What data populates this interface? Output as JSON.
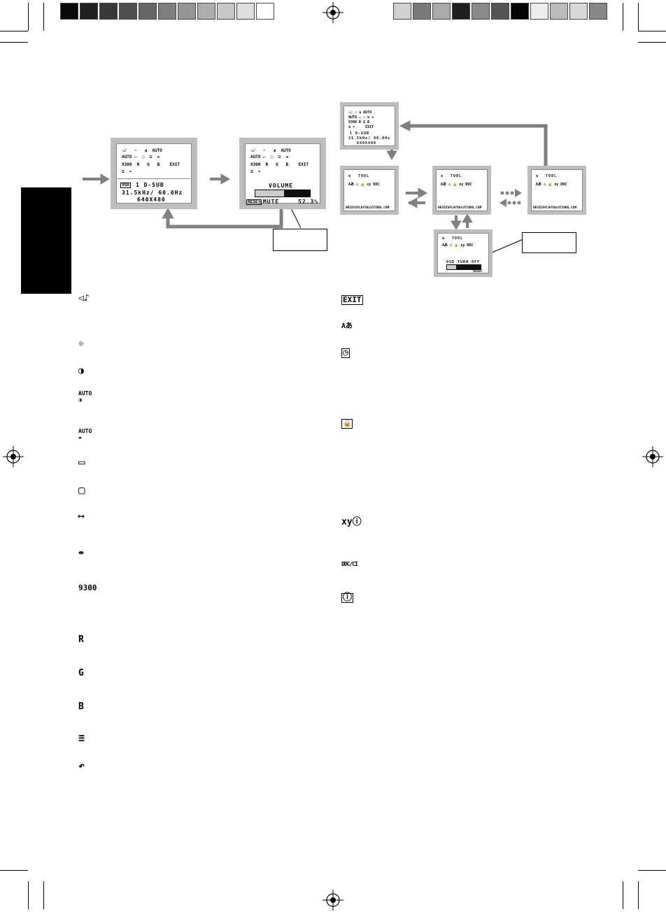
{
  "left_osd_1": {
    "row1": [
      "◁♪",
      "☼",
      "◑",
      "AUTO◑"
    ],
    "row2": [
      "AUTO↔",
      "▭",
      "▢",
      "⊟",
      "⇹"
    ],
    "row3": [
      "9300",
      "R",
      "G",
      "B",
      "EXIT"
    ],
    "row4": [
      "≡",
      "↶"
    ],
    "input_tag": "VGA",
    "input_name": "1  D-SUB",
    "frequency": "31.5kHz/ 60.0Hz",
    "resolution": "640X480"
  },
  "left_osd_2": {
    "row1": [
      "◁♪",
      "☼",
      "◑",
      "AUTO◑"
    ],
    "row2": [
      "AUTO↔",
      "▭",
      "▢",
      "⊟",
      "⇹"
    ],
    "row3": [
      "9300",
      "R",
      "G",
      "B",
      "EXIT"
    ],
    "row4": [
      "≡",
      "↶"
    ],
    "volume_title": "VOLUME",
    "volume_value": 52.3,
    "mute_key": "RESET",
    "mute_label": ":MUTE",
    "volume_text": "52.3%"
  },
  "right_top_osd": {
    "input_name": "1  D-SUB",
    "frequency": "31.5kHz/ 60.0Hz",
    "resolution": "640X480"
  },
  "tool_screens": [
    {
      "title": "TOOL",
      "url": "NECDISPLAYSOLUTIONS.COM"
    },
    {
      "title": "TOOL",
      "url": "NECDISPLAYSOLUTIONS.COM"
    },
    {
      "title": "TOOL",
      "url": "NECDISPLAYSOLUTIONS.COM"
    }
  ],
  "tool_bottom": {
    "title": "TOOL",
    "osd_turn_off": "OSD TURN OFF",
    "seconds": "45SEC",
    "progress": 0.28
  },
  "left_icons": [
    {
      "glyph": "◁♪",
      "name": "volume-icon"
    },
    {
      "glyph": "☼",
      "name": "brightness-icon"
    },
    {
      "glyph": "◑",
      "name": "contrast-icon"
    },
    {
      "glyph": "AUTO\n◑",
      "name": "auto-contrast-icon"
    },
    {
      "glyph": "AUTO\n⇹",
      "name": "auto-adjust-icon"
    },
    {
      "glyph": "▭",
      "name": "left-right-icon"
    },
    {
      "glyph": "▢",
      "name": "down-up-icon"
    },
    {
      "glyph": "⟷",
      "name": "h-size-icon"
    },
    {
      "glyph": "⇹",
      "name": "fine-icon"
    },
    {
      "glyph": "9300",
      "name": "color-control-icon"
    },
    {
      "glyph": "R",
      "name": "red-icon"
    },
    {
      "glyph": "G",
      "name": "green-icon"
    },
    {
      "glyph": "B",
      "name": "blue-icon"
    },
    {
      "glyph": "≡",
      "name": "tool-icon"
    },
    {
      "glyph": "↶",
      "name": "factory-preset-icon"
    }
  ],
  "right_icons": [
    {
      "glyph": "EXIT",
      "name": "exit-icon"
    },
    {
      "glyph": "Aあ",
      "name": "language-icon"
    },
    {
      "glyph": "◷",
      "name": "osd-turn-off-icon"
    },
    {
      "glyph": "🔒",
      "name": "osd-lock-out-icon"
    },
    {
      "glyph": "xyⓘ",
      "name": "resolution-notifier-icon"
    },
    {
      "glyph": "DDC/CI",
      "name": "ddc-ci-icon"
    },
    {
      "glyph": "ⓘ",
      "name": "monitor-info-icon"
    }
  ],
  "colors": {
    "bezel": "#bdbdbd",
    "arrow": "#808080",
    "dark_bar": "#111111"
  }
}
